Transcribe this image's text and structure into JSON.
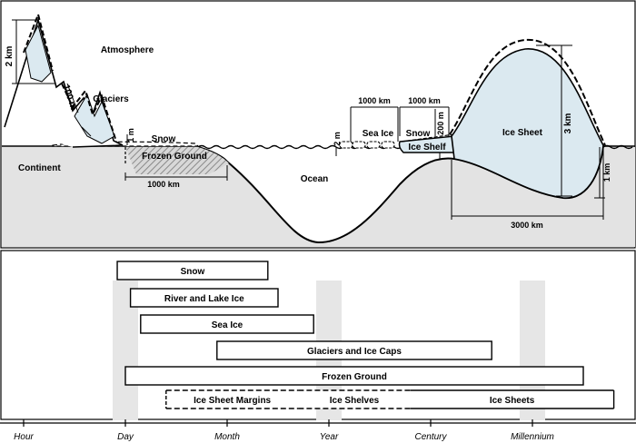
{
  "labels": {
    "atmosphere": "Atmosphere",
    "glaciers": "Glaciers",
    "snow": "Snow",
    "frozen_ground": "Frozen Ground",
    "continent": "Continent",
    "ocean": "Ocean",
    "sea_ice": "Sea Ice",
    "snow_on_ice": "Snow",
    "ice_shelf": "Ice Shelf",
    "ice_sheet": "Ice Sheet"
  },
  "dimensions": {
    "peak_height": "2 km",
    "glacier_thickness": "100 m",
    "snow_depth": "1 m",
    "sea_ice_thickness": "2 m",
    "sea_ice_extent": "1000 km",
    "shelf_extent": "1000 km",
    "shelf_thickness": "200 m",
    "frozen_ground_extent": "1000 km",
    "ice_sheet_thickness": "3 km",
    "bedrock_depth": "1 km",
    "ice_sheet_width": "3000 km"
  },
  "timescales": {
    "bars": [
      {
        "name": "snow",
        "label": "Snow",
        "start": 0.92,
        "end": 2.4,
        "style": "solid"
      },
      {
        "name": "river-lake-ice",
        "label": "River and Lake Ice",
        "start": 1.05,
        "end": 2.5,
        "style": "solid"
      },
      {
        "name": "sea-ice",
        "label": "Sea Ice",
        "start": 1.15,
        "end": 2.85,
        "style": "solid"
      },
      {
        "name": "glaciers-ice-caps",
        "label": "Glaciers and Ice Caps",
        "start": 1.9,
        "end": 4.6,
        "style": "solid"
      },
      {
        "name": "frozen-ground",
        "label": "Frozen Ground",
        "start": 1.0,
        "end": 5.5,
        "style": "solid"
      }
    ],
    "combined_bar": {
      "start": 1.4,
      "end": 5.8,
      "segments": [
        {
          "name": "ice-sheet-margins",
          "label": "Ice Sheet Margins",
          "start": 1.4,
          "end": 2.7,
          "style": "dashed"
        },
        {
          "name": "ice-shelves",
          "label": "Ice Shelves",
          "start": 2.7,
          "end": 3.8,
          "style": "dashed"
        },
        {
          "name": "ice-sheets",
          "label": "Ice Sheets",
          "start": 3.8,
          "end": 5.8,
          "style": "solid"
        }
      ]
    },
    "axis_ticks": [
      "Hour",
      "Day",
      "Month",
      "Year",
      "Century",
      "Millennium"
    ],
    "highlight_columns": [
      1,
      3,
      5
    ]
  }
}
